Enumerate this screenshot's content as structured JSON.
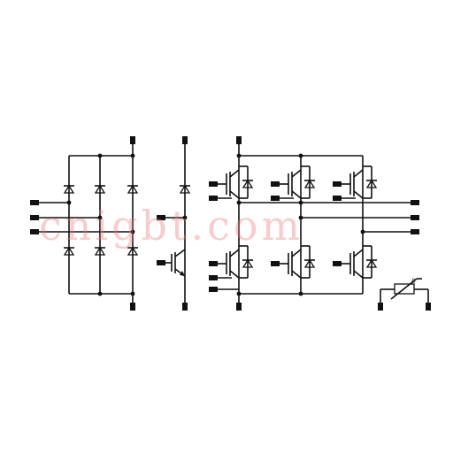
{
  "watermark": {
    "text": "cnigbt.com",
    "color": "#ec7878"
  },
  "colors": {
    "line": "#111111",
    "background": "#ffffff"
  },
  "sections": [
    {
      "name": "rectifier-bridge",
      "legs": 3
    },
    {
      "name": "brake-chopper"
    },
    {
      "name": "inverter-bridge",
      "legs": 3
    },
    {
      "name": "ntc-thermistor"
    }
  ]
}
